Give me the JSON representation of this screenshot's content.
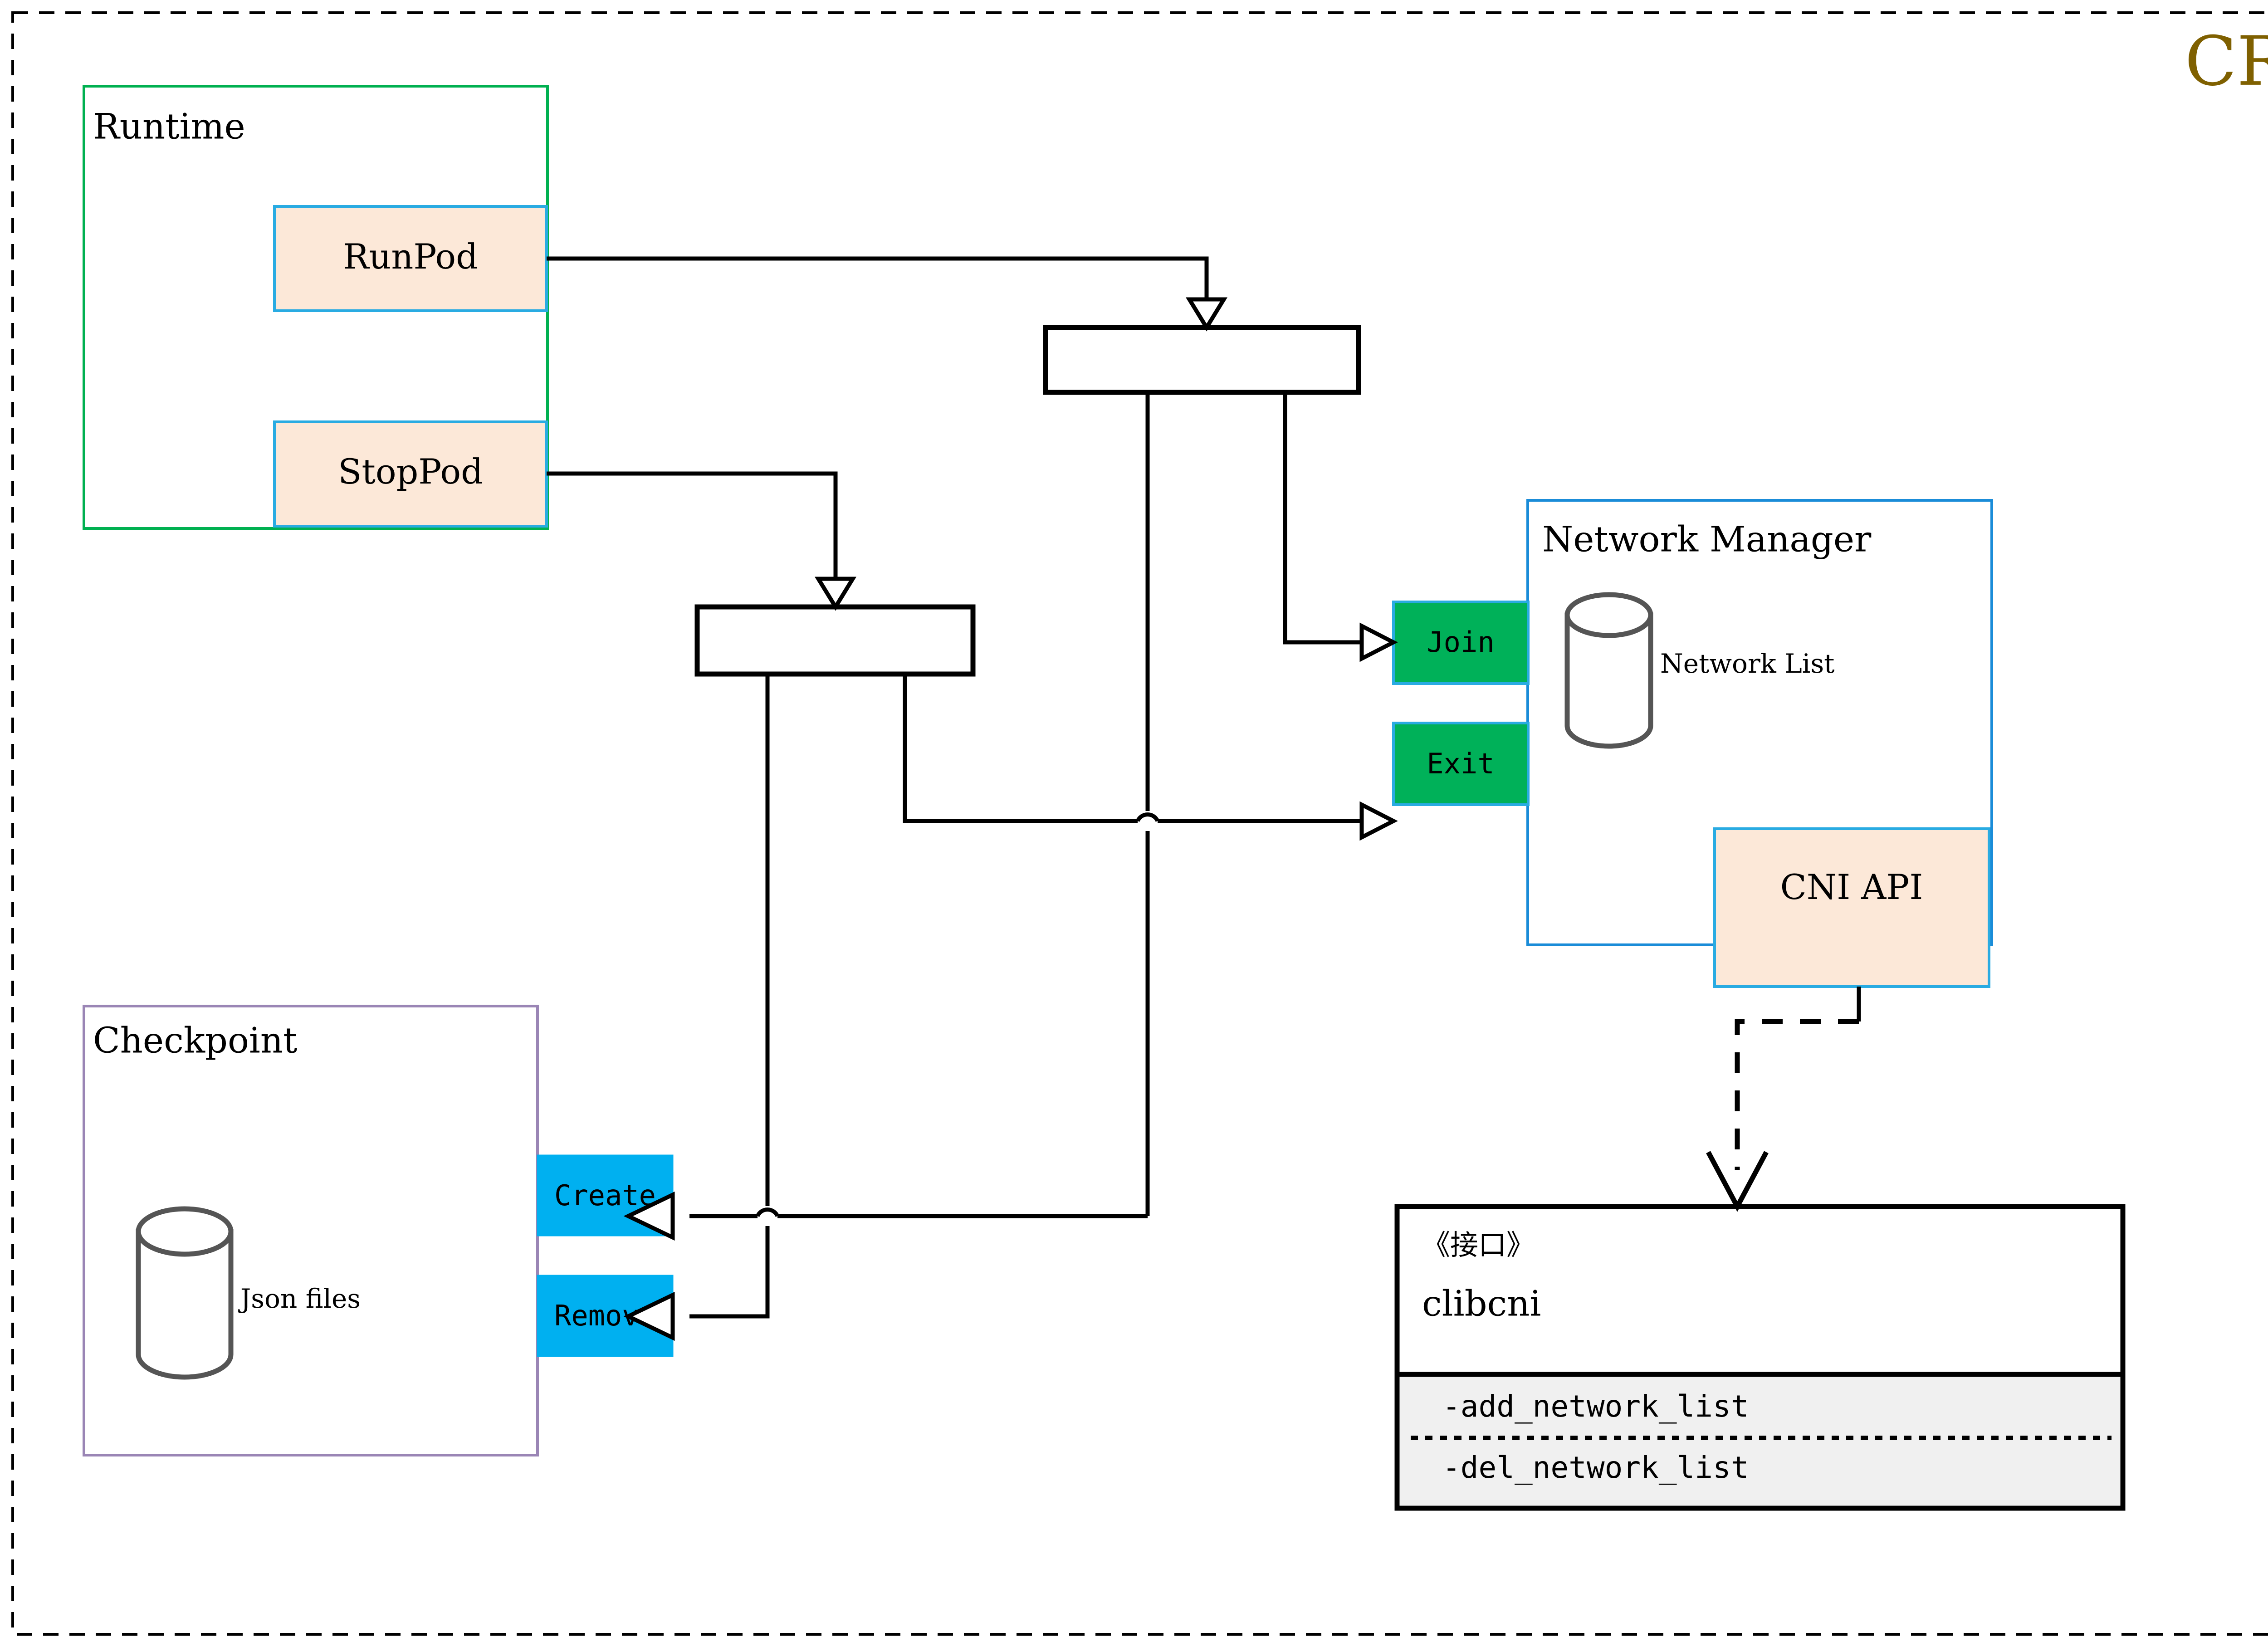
{
  "header": {
    "title": "CRI",
    "title_color": "#7f6000"
  },
  "groups": {
    "runtime": {
      "label": "Runtime",
      "border_color": "#00b050"
    },
    "network_manager": {
      "label": "Network Manager",
      "border_color": "#1a8cd8"
    },
    "checkpoint": {
      "label": "Checkpoint",
      "border_color": "#9a85b5"
    }
  },
  "nodes": {
    "runpod": {
      "label": "RunPod",
      "fill": "#fce8d8",
      "border": "#29abe2"
    },
    "stoppod": {
      "label": "StopPod",
      "fill": "#fce8d8",
      "border": "#29abe2"
    },
    "join": {
      "label": "Join",
      "fill": "#00b159",
      "border": "#29abe2"
    },
    "exit": {
      "label": "Exit",
      "fill": "#00b159",
      "border": "#29abe2"
    },
    "cni_api": {
      "label": "CNI API",
      "fill": "#fce8d8",
      "border": "#29abe2"
    },
    "create": {
      "label": "Create",
      "fill": "#00b0f0",
      "border": "#00b0f0"
    },
    "remove": {
      "label": "Remove",
      "fill": "#00b0f0",
      "border": "#00b0f0"
    }
  },
  "stores": {
    "network_list": {
      "label": "Network List"
    },
    "json_files": {
      "label": "Json files"
    }
  },
  "interface": {
    "stereotype": "《接口》",
    "name": "clibcni",
    "methods": [
      "-add_network_list",
      "-del_network_list"
    ],
    "methods_bg": "#f0f0f0"
  }
}
